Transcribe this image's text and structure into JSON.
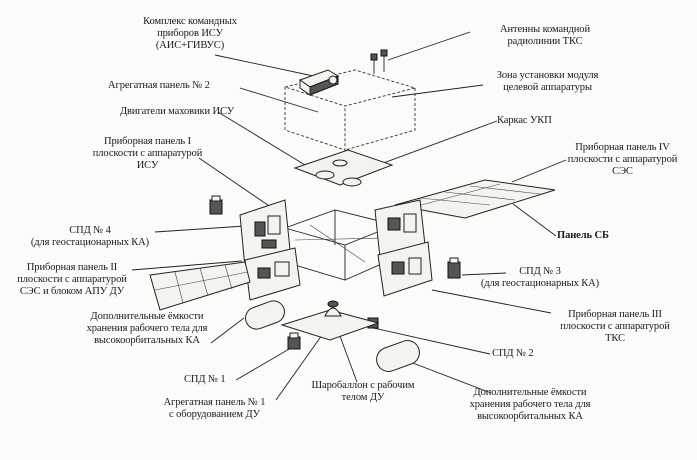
{
  "labels": {
    "isu_complex": [
      "Комплекс командных",
      "приборов ИСУ",
      "(АИС+ГИВУС)"
    ],
    "tks_antennas": [
      "Антенны командной",
      "радиолинии ТКС"
    ],
    "panel_agr2": "Агрегатная панель № 2",
    "payload_zone": [
      "Зона установки модуля",
      "целевой аппаратуры"
    ],
    "flywheel_engines": "Двигатели маховики ИСУ",
    "ukp_frame": "Каркас УКП",
    "panel_1": [
      "Приборная панель I",
      "плоскости с аппаратурой",
      "ИСУ"
    ],
    "panel_4": [
      "Приборная панель IV",
      "плоскости с аппаратурой",
      "СЭС"
    ],
    "spd_4": [
      "СПД № 4",
      "(для геостационарных КА)"
    ],
    "panel_sb": "Панель СБ",
    "panel_2": [
      "Приборная панель II",
      "плоскости с аппаратурой",
      "СЭС и блоком АПУ ДУ"
    ],
    "spd_3": [
      "СПД № 3",
      "(для геостационарных КА)"
    ],
    "tanks_left": [
      "Дополнительные ёмкости",
      "хранения рабочего тела для",
      "высокоорбитальных КА"
    ],
    "panel_3": [
      "Приборная панель III",
      "плоскости с аппаратурой",
      "ТКС"
    ],
    "spd_2": "СПД № 2",
    "spd_1": "СПД № 1",
    "ball_tank": [
      "Шаробаллон с рабочим",
      "телом ДУ"
    ],
    "tanks_right": [
      "Дополнительные ёмкости",
      "хранения рабочего тела для",
      "высокоорбитальных КА"
    ],
    "panel_agr1": [
      "Агрегатная панель № 1",
      "с оборудованием ДУ"
    ]
  }
}
